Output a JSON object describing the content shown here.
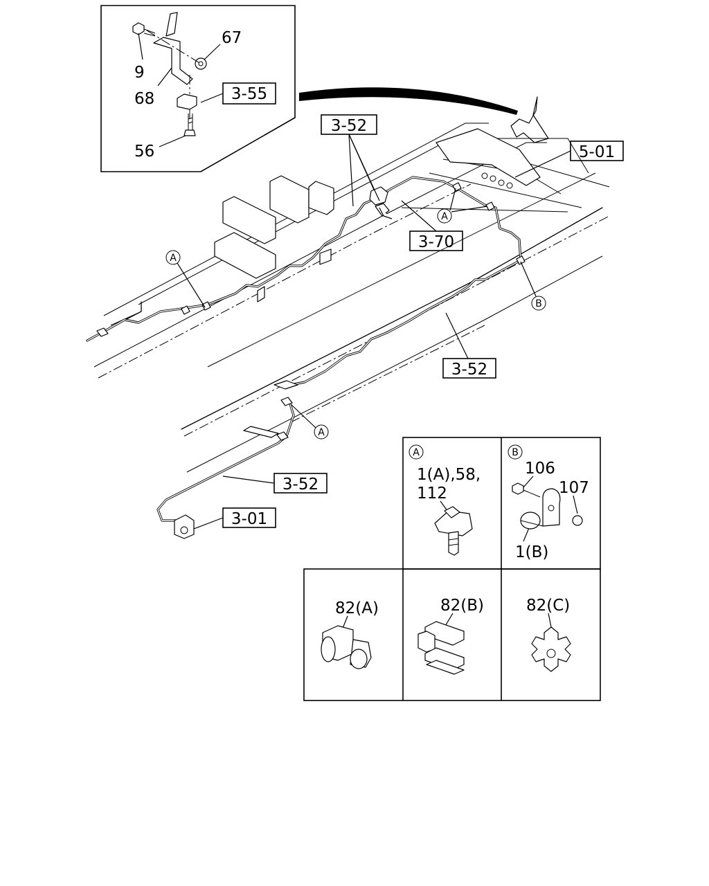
{
  "callouts": {
    "inset": {
      "p9": "9",
      "p67": "67",
      "p68": "68",
      "p56": "56",
      "ref": "3-55"
    },
    "refs": {
      "r352a": "3-52",
      "r501": "5-01",
      "r370": "3-70",
      "r352b": "3-52",
      "r352c": "3-52",
      "r301": "3-01"
    },
    "markers": {
      "A": "A",
      "B": "B"
    }
  },
  "detail_panels": {
    "A": {
      "marker": "A",
      "line1": "1(A),58,",
      "line2": "112"
    },
    "B": {
      "marker": "B",
      "p106": "106",
      "p107": "107",
      "p1b": "1(B)"
    },
    "c82a": {
      "label": "82(A)"
    },
    "c82b": {
      "label": "82(B)"
    },
    "c82c": {
      "label": "82(C)"
    }
  }
}
